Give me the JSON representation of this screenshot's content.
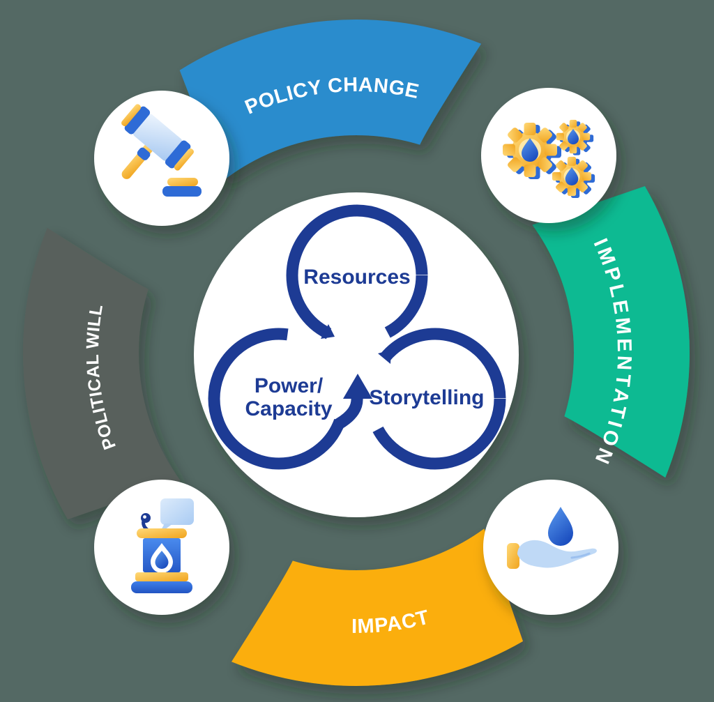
{
  "background_color": "#546964",
  "ring_segments": [
    {
      "id": "policy-change",
      "label": "POLICY CHANGE",
      "color": "#2B8CCD",
      "position": "top"
    },
    {
      "id": "implementation",
      "label": "IMPLEMENTATION",
      "color": "#07BA92",
      "position": "right"
    },
    {
      "id": "impact",
      "label": "IMPACT",
      "color": "#FBAE08",
      "position": "bottom"
    },
    {
      "id": "political-will",
      "label": "POLITICAL WILL",
      "color": "#59605B",
      "position": "left"
    }
  ],
  "label_text_color": "#FFFFFF",
  "icon_badges": [
    {
      "id": "gavel",
      "icon": "gavel-icon",
      "position": "top-left"
    },
    {
      "id": "gears-water",
      "icon": "gears-water-icon",
      "position": "top-right"
    },
    {
      "id": "hand-water-drop",
      "icon": "hand-water-drop-icon",
      "position": "bottom-right"
    },
    {
      "id": "podium-speech",
      "icon": "podium-speech-icon",
      "position": "bottom-left"
    }
  ],
  "center": {
    "text_color": "#1D3B94",
    "nodes": [
      {
        "label": "Resources"
      },
      {
        "label_lines": [
          "Power/",
          "Capacity"
        ]
      },
      {
        "label": "Storytelling"
      }
    ]
  }
}
